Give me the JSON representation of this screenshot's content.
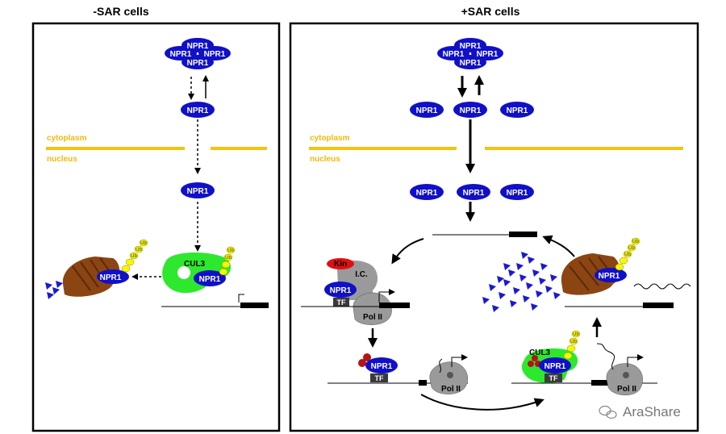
{
  "panels": {
    "minus_sar": {
      "title": "-SAR cells"
    },
    "plus_sar": {
      "title": "+SAR cells"
    }
  },
  "labels": {
    "npr1": "NPR1",
    "cytoplasm": "cytoplasm",
    "nucleus": "nucleus",
    "cul3": "CUL3",
    "kin": "Kin",
    "ic": "I.C.",
    "tf": "TF",
    "pol2": "Pol II",
    "ub": "Ub"
  },
  "watermark": {
    "text": "AraShare"
  },
  "colors": {
    "npr1_blue": "#1010c8",
    "membrane_yellow": "#f2c314",
    "cul3_green": "#2ee82e",
    "proteasome_brown": "#8b4513",
    "ub_yellow": "#f7f700",
    "kin_red": "#e01010",
    "pol2_gray": "#8c8c8c"
  }
}
